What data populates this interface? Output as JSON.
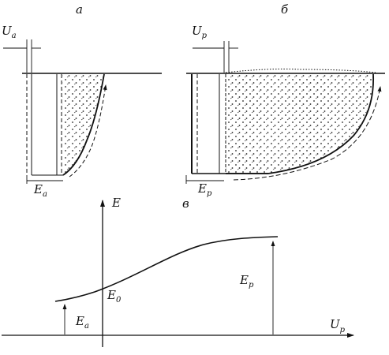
{
  "panels": {
    "a": {
      "letter": "а",
      "top_label": "U",
      "top_sub": "a",
      "bottom_label": "E",
      "bottom_sub": "a"
    },
    "b": {
      "letter": "б",
      "top_label": "U",
      "top_sub": "p",
      "bottom_label": "E",
      "bottom_sub": "p"
    },
    "c": {
      "letter": "в"
    }
  },
  "graph": {
    "y_axis_label": "E",
    "x_axis_label": "U",
    "x_axis_sub": "p",
    "origin_label": "E",
    "origin_sub": "0",
    "left_label": "E",
    "left_sub": "a",
    "right_label": "E",
    "right_sub": "p"
  }
}
